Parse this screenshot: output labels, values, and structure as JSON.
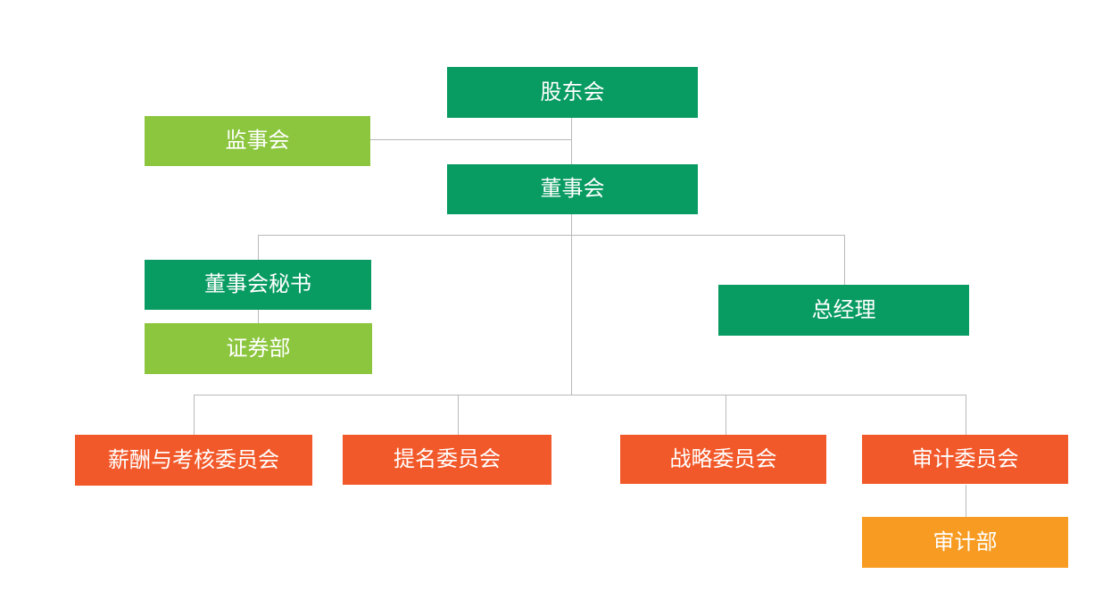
{
  "org_chart": {
    "type": "org-chart",
    "background": "#ffffff",
    "palette": {
      "dark_green": "#089b62",
      "light_green": "#8cc63e",
      "orange": "#f2592a",
      "amber": "#f79b22",
      "connector_gray": "#b9b9b9",
      "label_text": "#ffffff"
    },
    "nodes": {
      "shareholders": {
        "label": "股东会",
        "color": "dark_green"
      },
      "supervisory": {
        "label": "监事会",
        "color": "light_green"
      },
      "board": {
        "label": "董事会",
        "color": "dark_green"
      },
      "secretary": {
        "label": "董事会秘书",
        "color": "dark_green"
      },
      "securities": {
        "label": "证券部",
        "color": "light_green"
      },
      "general_manager": {
        "label": "总经理",
        "color": "dark_green"
      },
      "compensation_committee": {
        "label": "薪酬与考核委员会",
        "color": "orange"
      },
      "nomination_committee": {
        "label": "提名委员会",
        "color": "orange"
      },
      "strategy_committee": {
        "label": "战略委员会",
        "color": "orange"
      },
      "audit_committee": {
        "label": "审计委员会",
        "color": "orange"
      },
      "audit_department": {
        "label": "审计部",
        "color": "amber"
      }
    },
    "edges": [
      {
        "from": "shareholders",
        "to": "board"
      },
      {
        "from": "shareholders",
        "to": "supervisory"
      },
      {
        "from": "board",
        "to": "secretary"
      },
      {
        "from": "board",
        "to": "general_manager"
      },
      {
        "from": "secretary",
        "to": "securities"
      },
      {
        "from": "board",
        "to": "compensation_committee"
      },
      {
        "from": "board",
        "to": "nomination_committee"
      },
      {
        "from": "board",
        "to": "strategy_committee"
      },
      {
        "from": "board",
        "to": "audit_committee"
      },
      {
        "from": "audit_committee",
        "to": "audit_department"
      }
    ]
  }
}
